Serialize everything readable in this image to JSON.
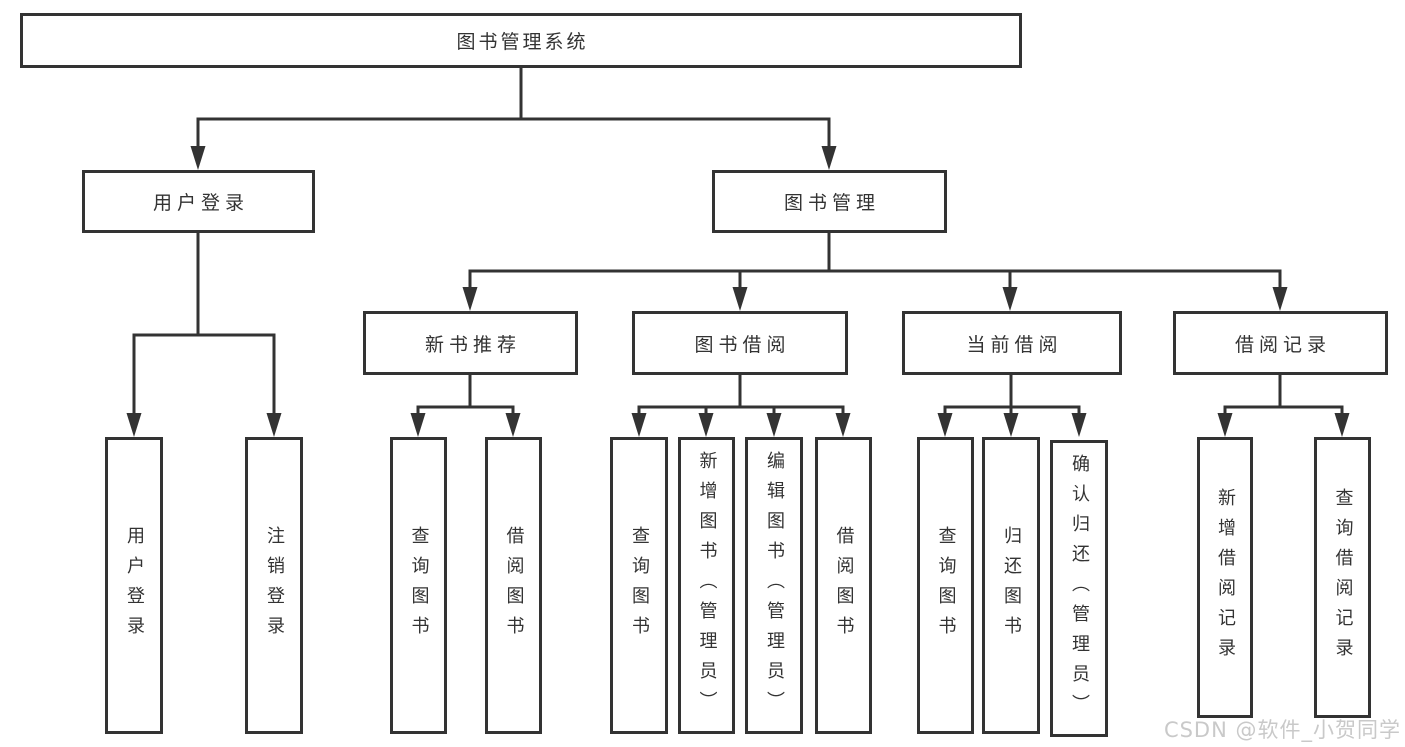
{
  "colors": {
    "line": "#333333",
    "box_background": "#ffffff",
    "text": "#333333",
    "watermark_text": "#c9c9c9"
  },
  "tree": {
    "root": {
      "label": "图书管理系统"
    },
    "branches": [
      {
        "label": "用户登录",
        "children": [
          {
            "label": "用户登录"
          },
          {
            "label": "注销登录"
          }
        ]
      },
      {
        "label": "图书管理",
        "children": [
          {
            "label": "新书推荐",
            "children": [
              {
                "label": "查询图书"
              },
              {
                "label": "借阅图书"
              }
            ]
          },
          {
            "label": "图书借阅",
            "children": [
              {
                "label": "查询图书"
              },
              {
                "label": "新增图书（管理员）"
              },
              {
                "label": "编辑图书（管理员）"
              },
              {
                "label": "借阅图书"
              }
            ]
          },
          {
            "label": "当前借阅",
            "children": [
              {
                "label": "查询图书"
              },
              {
                "label": "归还图书"
              },
              {
                "label": "确认归还（管理员）"
              }
            ]
          },
          {
            "label": "借阅记录",
            "children": [
              {
                "label": "新增借阅记录"
              },
              {
                "label": "查询借阅记录"
              }
            ]
          }
        ]
      }
    ]
  },
  "watermark": "CSDN @软件_小贺同学"
}
